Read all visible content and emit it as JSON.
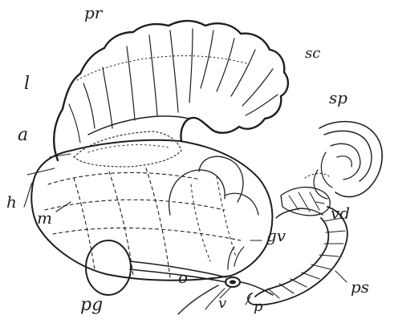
{
  "colors": {
    "ink": "#1e1e1e",
    "paper": "#ffffff"
  },
  "labels": {
    "pr": "pr",
    "sc": "sc",
    "l": "l",
    "sp": "sp",
    "a": "a",
    "vd": "vd",
    "h": "h",
    "m": "m",
    "gv": "gv",
    "pg": "pg",
    "o": "o",
    "ps": "ps",
    "v": "v",
    "p": "p"
  }
}
